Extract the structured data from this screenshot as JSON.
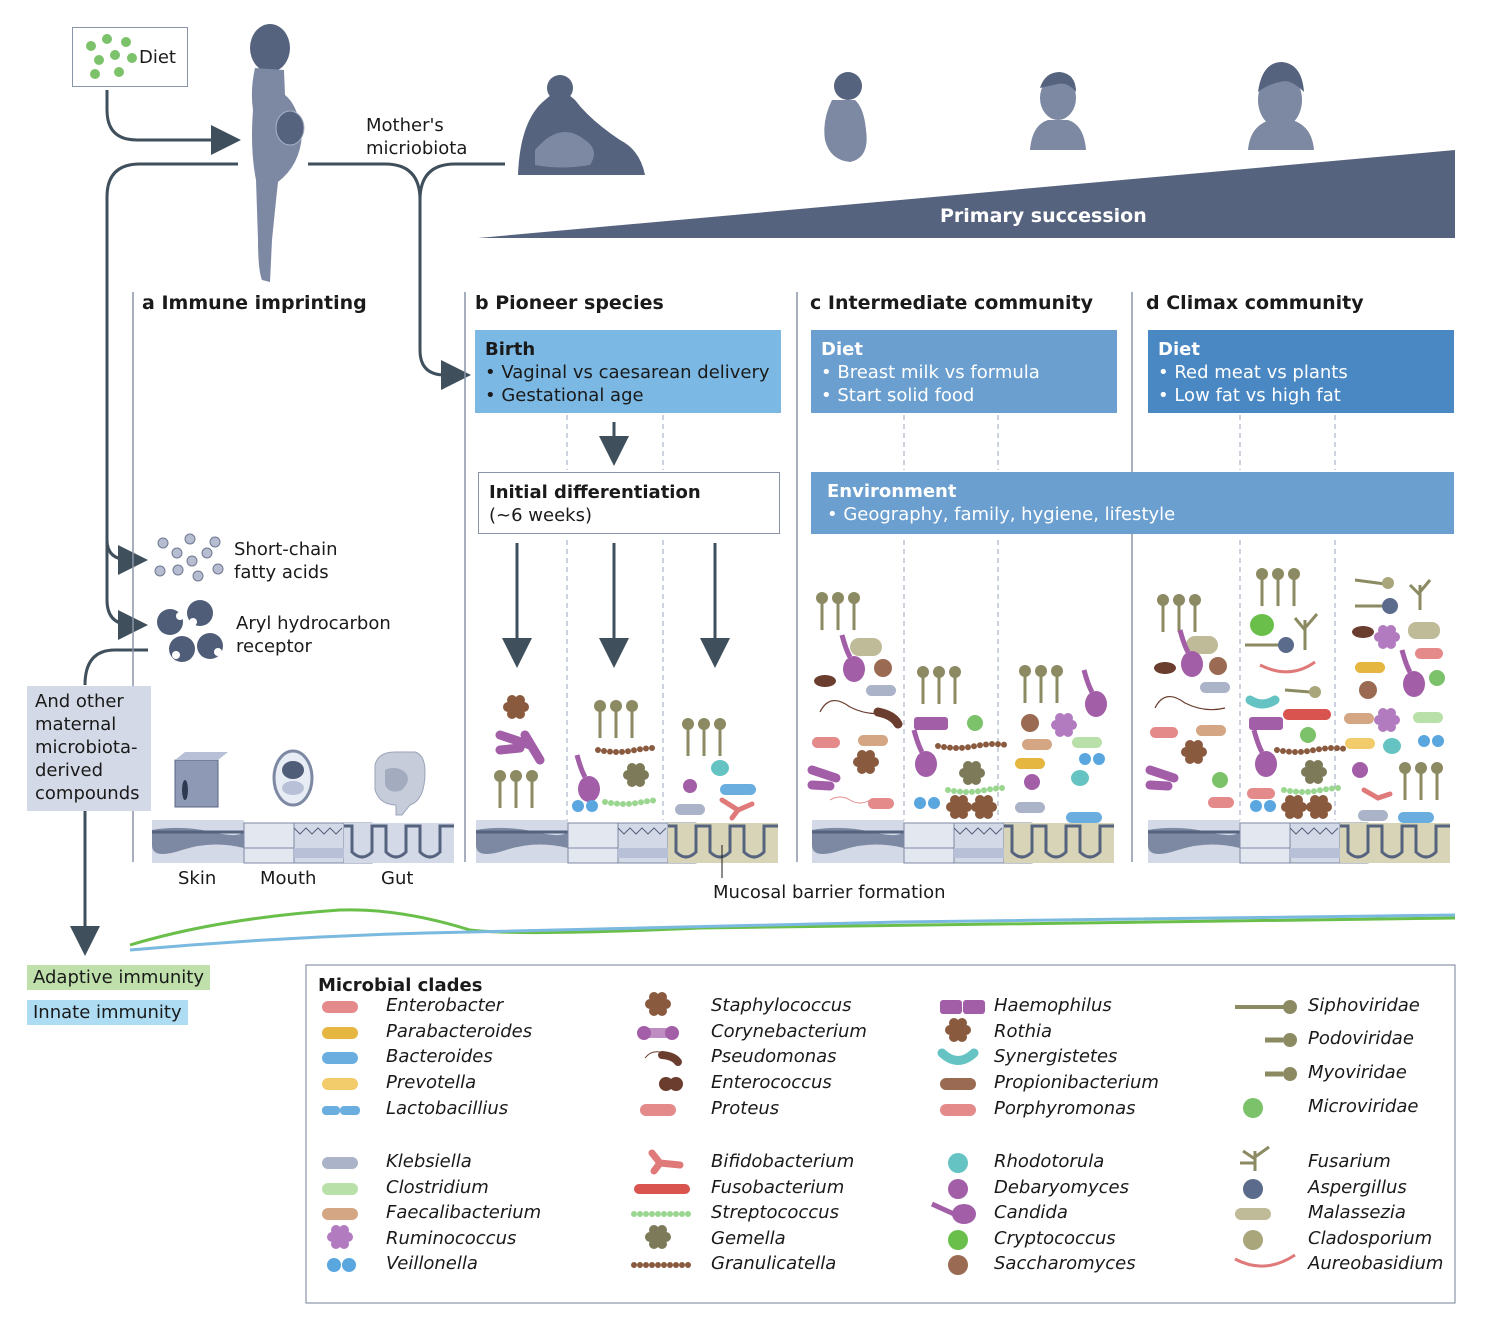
{
  "diet_box": {
    "label": "Diet"
  },
  "mother_label": {
    "line1": "Mother's",
    "line2": "micriobiota"
  },
  "succession": {
    "label": "Primary succession"
  },
  "sections": [
    {
      "letter": "a",
      "title": "Immune imprinting"
    },
    {
      "letter": "b",
      "title": "Pioneer species"
    },
    {
      "letter": "c",
      "title": "Intermediate community"
    },
    {
      "letter": "d",
      "title": "Climax community"
    }
  ],
  "boxes": {
    "birth": {
      "heading": "Birth",
      "items": [
        "• Vaginal vs caesarean delivery",
        "• Gestational age"
      ],
      "color": "#7bb8e3"
    },
    "diet_c": {
      "heading": "Diet",
      "items": [
        "• Breast milk vs formula",
        "• Start solid food"
      ],
      "color": "#6b9fcf"
    },
    "diet_d": {
      "heading": "Diet",
      "items": [
        "• Red meat vs plants",
        "• Low fat vs high fat"
      ],
      "color": "#4a88c4"
    },
    "environment": {
      "heading": "Environment",
      "items": [
        "• Geography, family, hygiene, lifestyle"
      ],
      "color": "#6b9fcf"
    },
    "initial_diff": {
      "heading": "Initial differentiation",
      "sub": "(~6 weeks)"
    }
  },
  "compounds": {
    "scfa": {
      "line1": "Short-chain",
      "line2": "fatty acids"
    },
    "ahr": {
      "line1": "Aryl hydrocarbon",
      "line2": "receptor"
    },
    "other": {
      "lines": [
        "And other",
        "maternal",
        "microbiota-",
        "derived",
        "compounds"
      ]
    }
  },
  "tissues": {
    "skin": "Skin",
    "mouth": "Mouth",
    "gut": "Gut"
  },
  "mucosal_label": "Mucosal barrier formation",
  "immunity": {
    "adaptive": {
      "label": "Adaptive immunity",
      "color": "#bfe0ab",
      "line": "#6abf4b"
    },
    "innate": {
      "label": "Innate immunity",
      "color": "#aedcf3",
      "line": "#7ab9e0"
    }
  },
  "legend": {
    "title": "Microbial clades",
    "columns": [
      {
        "group1": [
          "Enterobacter",
          "Parabacteroides",
          "Bacteroides",
          "Prevotella",
          "Lactobacillius"
        ],
        "group2": [
          "Klebsiella",
          "Clostridium",
          "Faecalibacterium",
          "Ruminococcus",
          "Veillonella"
        ]
      },
      {
        "group1": [
          "Staphylococcus",
          "Corynebacterium",
          "Pseudomonas",
          "Enterococcus",
          "Proteus"
        ],
        "group2": [
          "Bifidobacterium",
          "Fusobacterium",
          "Streptococcus",
          "Gemella",
          "Granulicatella"
        ]
      },
      {
        "group1": [
          "Haemophilus",
          "Rothia",
          "Synergistetes",
          "Propionibacterium",
          "Porphyromonas"
        ],
        "group2": [
          "Rhodotorula",
          "Debaryomyces",
          "Candida",
          "Cryptococcus",
          "Saccharomyces"
        ]
      },
      {
        "group1": [
          "Siphoviridae",
          "Podoviridae",
          "Myoviridae",
          "Microviridae"
        ],
        "group2": [
          "Fusarium",
          "Aspergillus",
          "Malassezia",
          "Cladosporium",
          "Aureobasidium"
        ]
      }
    ]
  },
  "colors": {
    "dark": "#3f4f5c",
    "figure": "#7d88a3",
    "figure_dark": "#56637e",
    "tissue": "#d3d9e6",
    "gut_mucus": "#d8d4b8"
  }
}
